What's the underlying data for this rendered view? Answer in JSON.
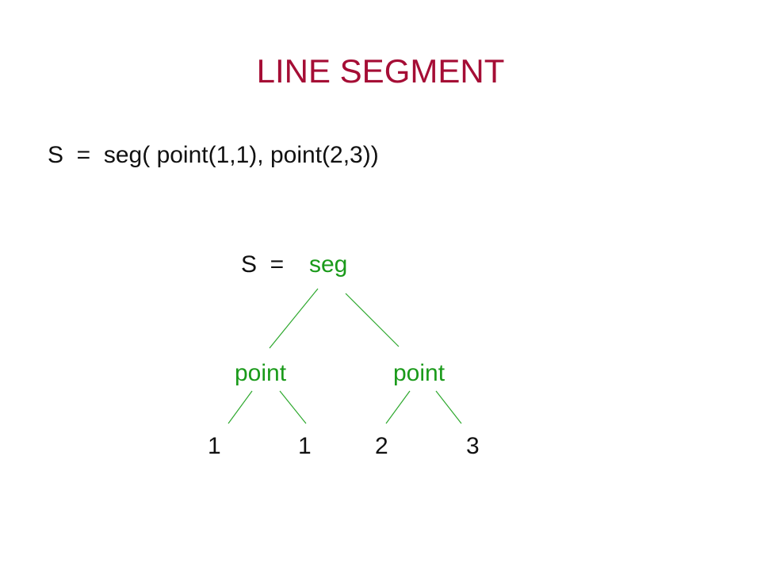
{
  "slide": {
    "title": "LINE SEGMENT",
    "expression": "S  =  seg( point(1,1), point(2,3))"
  },
  "tree": {
    "root_lhs": "S  =",
    "root_label": "seg",
    "left_child_label": "point",
    "right_child_label": "point",
    "leaves": [
      "1",
      "1",
      "2",
      "3"
    ]
  },
  "colors": {
    "title": "#a50d35",
    "text": "#111111",
    "tree_node": "#1a9a1a",
    "edge": "#2da82d"
  }
}
